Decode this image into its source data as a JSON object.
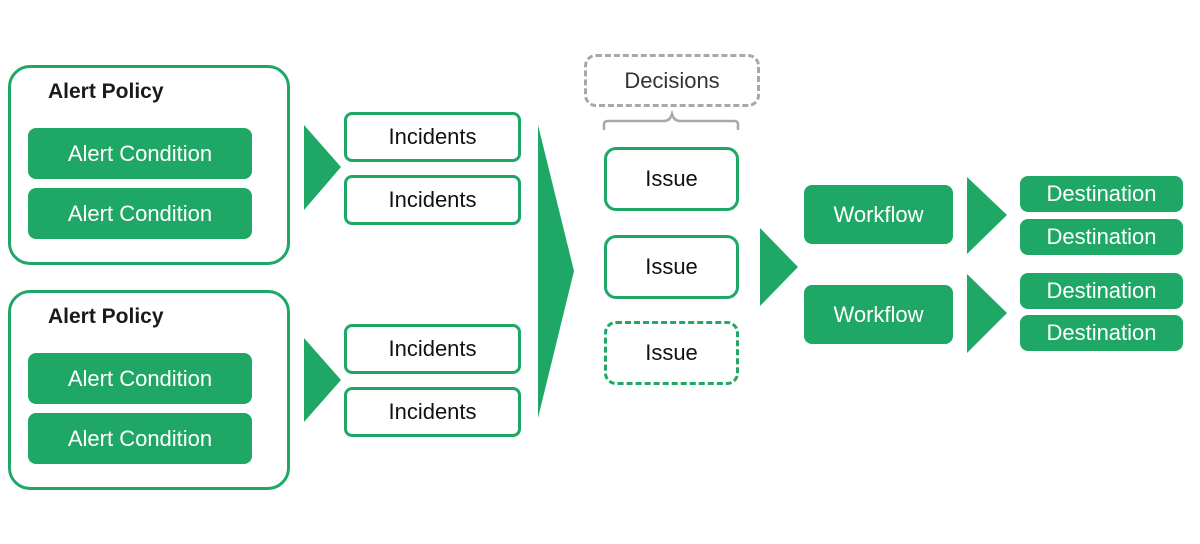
{
  "policies": [
    {
      "title": "Alert Policy",
      "conditions": [
        "Alert Condition",
        "Alert Condition"
      ]
    },
    {
      "title": "Alert Policy",
      "conditions": [
        "Alert Condition",
        "Alert Condition"
      ]
    }
  ],
  "incidents": [
    "Incidents",
    "Incidents",
    "Incidents",
    "Incidents"
  ],
  "decisions": "Decisions",
  "issues": [
    {
      "label": "Issue",
      "style": "solid"
    },
    {
      "label": "Issue",
      "style": "solid"
    },
    {
      "label": "Issue",
      "style": "dashed"
    }
  ],
  "workflows": [
    "Workflow",
    "Workflow"
  ],
  "destinations": [
    "Destination",
    "Destination",
    "Destination",
    "Destination"
  ],
  "colors": {
    "accent": "#1fa865",
    "dashed_gray": "#a8a8a8",
    "text": "#1a1a1a"
  }
}
